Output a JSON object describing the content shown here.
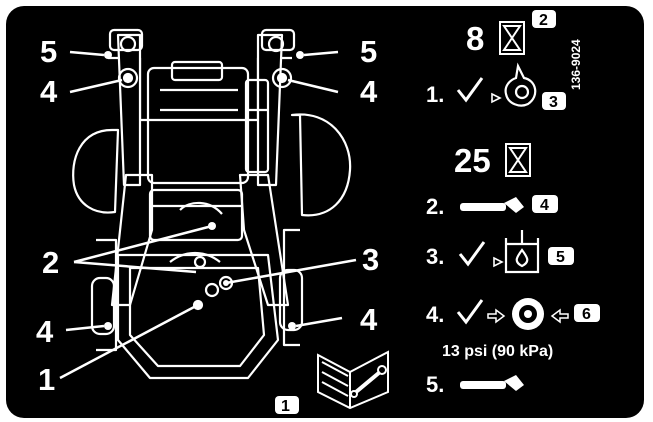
{
  "decal": {
    "part_number": "136-9024",
    "pressure_note": "13 psi (90 kPa)"
  },
  "callouts": {
    "left_top_5": "5",
    "left_top_4": "4",
    "right_top_5": "5",
    "right_top_4": "4",
    "label_2": "2",
    "label_3": "3",
    "left_bottom_4": "4",
    "right_bottom_4": "4",
    "label_1": "1"
  },
  "schedule": {
    "interval_a": {
      "value": "8",
      "box": "2"
    },
    "step1": {
      "num": "1.",
      "box": "3"
    },
    "interval_b": {
      "value": "25"
    },
    "step2": {
      "num": "2.",
      "box": "4"
    },
    "step3": {
      "num": "3.",
      "box": "5"
    },
    "step4": {
      "num": "4.",
      "box": "6"
    },
    "step5": {
      "num": "5."
    }
  },
  "manual_box": "1",
  "icons": [
    "hourglass-icon",
    "check-icon",
    "oil-drop-icon",
    "grease-gun-icon",
    "fuel-tank-icon",
    "air-filter-icon",
    "arrow-icon",
    "wrench-book-icon"
  ],
  "colors": {
    "background": "#000000",
    "foreground": "#ffffff"
  }
}
